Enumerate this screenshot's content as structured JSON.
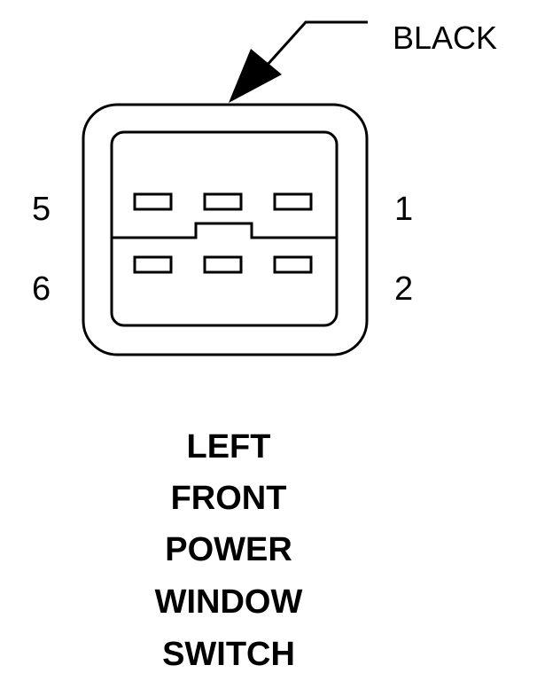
{
  "connector": {
    "color_label": "BLACK",
    "pin_labels": {
      "top_left": "5",
      "top_right": "1",
      "bottom_left": "6",
      "bottom_right": "2"
    }
  },
  "title_lines": [
    "LEFT",
    "FRONT",
    "POWER",
    "WINDOW",
    "SWITCH"
  ],
  "colors": {
    "line": "#000000",
    "background": "#ffffff"
  }
}
